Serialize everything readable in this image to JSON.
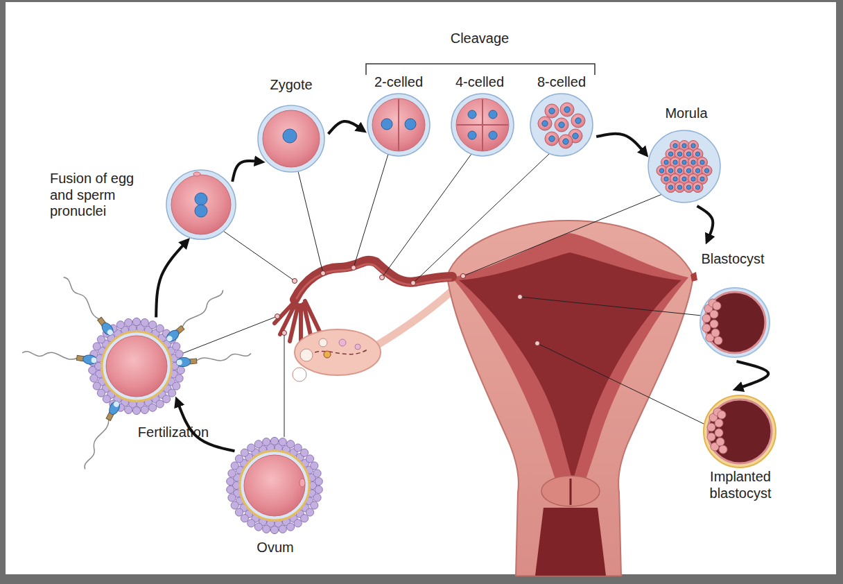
{
  "diagram": {
    "nodes": [
      {
        "text": [
          "Ovum"
        ]
      },
      {
        "text": [
          "Fertilization"
        ]
      },
      {
        "text": [
          "Fusion of egg and sperm pronuclei"
        ]
      },
      {
        "text": [
          "Zygote"
        ]
      },
      {
        "text": [
          "2-celled"
        ]
      },
      {
        "text": [
          "4-celled"
        ]
      },
      {
        "text": [
          "8-celled"
        ]
      },
      {
        "text": [
          "Morula"
        ]
      },
      {
        "text": [
          "Blastocyst"
        ]
      },
      {
        "text": [
          "Implanted blastocyst"
        ]
      }
    ],
    "edges": [
      {
        "from": 0,
        "to": 1,
        "arrow": "to"
      },
      {
        "from": 1,
        "to": 2,
        "arrow": "to"
      },
      {
        "from": 2,
        "to": 3,
        "arrow": "to"
      },
      {
        "from": 3,
        "to": 4,
        "arrow": "to"
      },
      {
        "from": 6,
        "to": 7,
        "arrow": "to"
      },
      {
        "from": 7,
        "to": 8,
        "arrow": "to"
      },
      {
        "from": 8,
        "to": 9,
        "arrow": "to"
      }
    ],
    "labels": [
      "Cleavage"
    ]
  }
}
